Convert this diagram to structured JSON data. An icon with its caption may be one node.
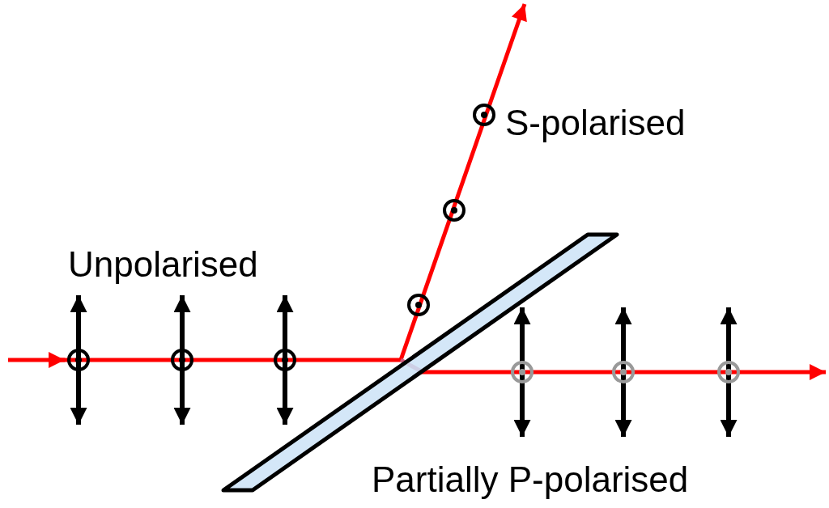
{
  "diagram": {
    "labels": [
      "S-polarised",
      "Unpolarised",
      "Partially P-polarised"
    ]
  }
}
